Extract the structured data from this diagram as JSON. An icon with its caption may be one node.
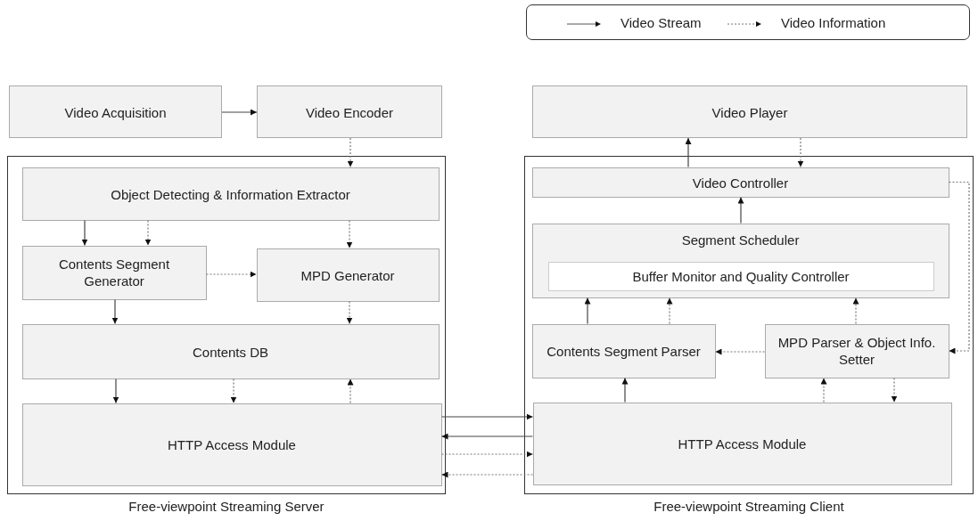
{
  "diagram": {
    "nodes": [
      {
        "text": [
          "Video Acquisition"
        ]
      },
      {
        "text": [
          "Video Encoder"
        ]
      },
      {
        "text": [
          "Free-viewpoint Streaming Server"
        ]
      },
      {
        "text": [
          "Object Detecting & Information Extractor"
        ],
        "in": 2
      },
      {
        "text": [
          "Contents Segment Generator"
        ],
        "in": 2
      },
      {
        "text": [
          "MPD Generator"
        ],
        "in": 2
      },
      {
        "text": [
          "Contents DB"
        ],
        "in": 2
      },
      {
        "text": [
          "HTTP Access Module"
        ],
        "in": 2
      },
      {
        "text": [
          "Video Player"
        ]
      },
      {
        "text": [
          "Free-viewpoint Streaming Client"
        ]
      },
      {
        "text": [
          "Video Controller"
        ],
        "in": 9
      },
      {
        "text": [
          "Segment Scheduler"
        ],
        "in": 9
      },
      {
        "text": [
          "Buffer Monitor and Quality Controller"
        ],
        "in": 11
      },
      {
        "text": [
          "Contents Segment Parser"
        ],
        "in": 9
      },
      {
        "text": [
          "MPD Parser & Object Info. Setter"
        ],
        "in": 9
      },
      {
        "text": [
          "HTTP Access Module"
        ],
        "in": 9
      }
    ],
    "edges": [
      {
        "from": 0,
        "to": 1,
        "arrow": "to"
      },
      {
        "from": 1,
        "to": 3,
        "arrow": "to",
        "style": "dashed"
      },
      {
        "from": 3,
        "to": 4,
        "arrow": "to"
      },
      {
        "from": 3,
        "to": 4,
        "arrow": "to",
        "style": "dashed"
      },
      {
        "from": 3,
        "to": 5,
        "arrow": "to",
        "style": "dashed"
      },
      {
        "from": 4,
        "to": 5,
        "arrow": "to",
        "style": "dashed"
      },
      {
        "from": 4,
        "to": 6,
        "arrow": "to"
      },
      {
        "from": 5,
        "to": 6,
        "arrow": "to",
        "style": "dashed"
      },
      {
        "from": 6,
        "to": 7,
        "arrow": "to"
      },
      {
        "from": 6,
        "to": 7,
        "arrow": "to",
        "style": "dashed"
      },
      {
        "from": 7,
        "to": 6,
        "arrow": "to",
        "style": "dashed"
      },
      {
        "from": 7,
        "to": 15,
        "arrow": "to"
      },
      {
        "from": 15,
        "to": 7,
        "arrow": "to"
      },
      {
        "from": 7,
        "to": 15,
        "arrow": "to",
        "style": "dashed"
      },
      {
        "from": 15,
        "to": 7,
        "arrow": "to",
        "style": "dashed"
      },
      {
        "from": 10,
        "to": 8,
        "arrow": "to"
      },
      {
        "from": 8,
        "to": 10,
        "arrow": "to",
        "style": "dashed"
      },
      {
        "from": 11,
        "to": 10,
        "arrow": "to"
      },
      {
        "from": 13,
        "to": 11,
        "arrow": "to"
      },
      {
        "from": 13,
        "to": 11,
        "arrow": "to",
        "style": "dashed"
      },
      {
        "from": 14,
        "to": 11,
        "arrow": "to",
        "style": "dashed"
      },
      {
        "from": 14,
        "to": 13,
        "arrow": "to",
        "style": "dashed"
      },
      {
        "from": 10,
        "to": 14,
        "arrow": "to",
        "style": "dashed"
      },
      {
        "from": 15,
        "to": 13,
        "arrow": "to"
      },
      {
        "from": 15,
        "to": 14,
        "arrow": "to",
        "style": "dashed"
      },
      {
        "from": 14,
        "to": 15,
        "arrow": "to",
        "style": "dashed"
      }
    ],
    "legend": [
      {
        "text": "Video Stream"
      },
      {
        "text": "Video Information"
      }
    ]
  }
}
